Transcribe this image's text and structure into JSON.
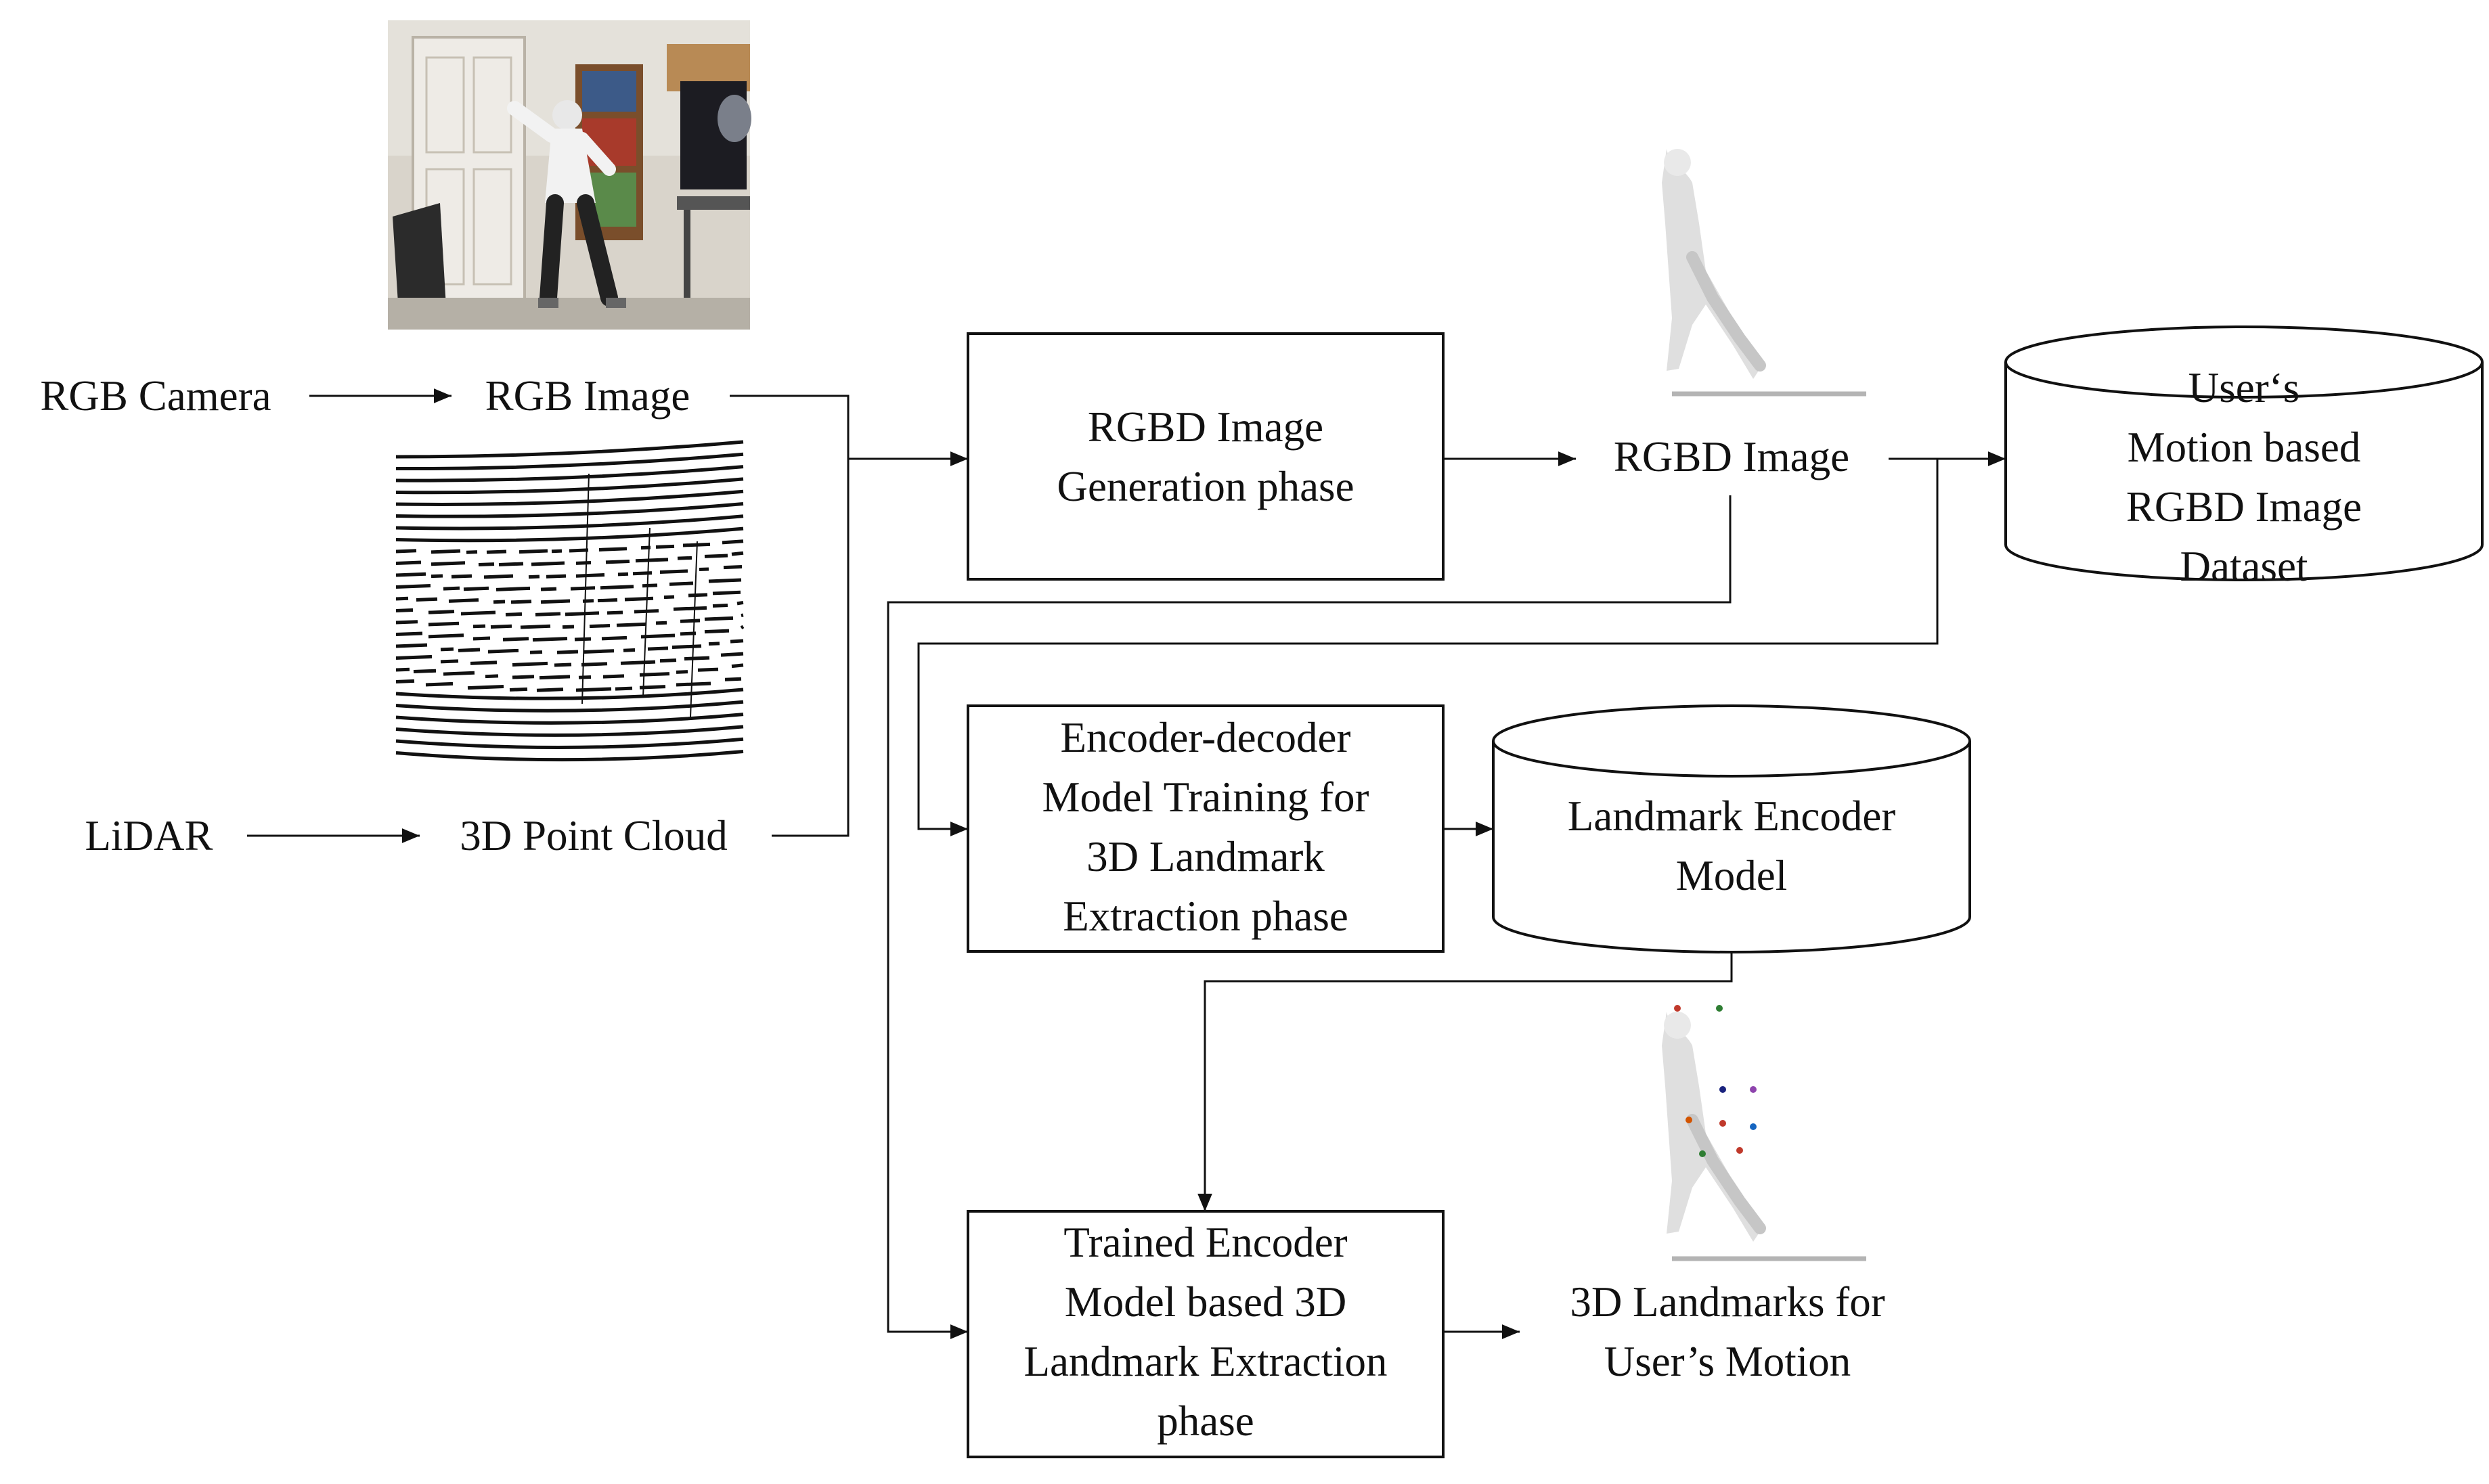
{
  "inputs": {
    "rgb_camera": "RGB Camera",
    "rgb_image": "RGB Image",
    "lidar": "LiDAR",
    "point_cloud": "3D Point Cloud"
  },
  "process": {
    "rgbd_generation": "RGBD Image\nGeneration phase",
    "encoder_training": "Encoder-decoder\nModel Training for\n3D Landmark\nExtraction phase",
    "trained_extraction": "Trained Encoder\nModel based 3D\nLandmark Extraction\nphase"
  },
  "outputs": {
    "rgbd_image": "RGBD Image",
    "landmarks": "3D Landmarks for\nUser’s Motion"
  },
  "storage": {
    "dataset": "User‘s Motion based\nRGBD Image Dataset",
    "encoder_model": "Landmark Encoder\nModel"
  },
  "colors": {
    "line": "#111111",
    "box_fill": "#ffffff",
    "landmark_points": [
      "#c0392b",
      "#2e7d32",
      "#1a237e",
      "#8e44ad",
      "#d35400",
      "#c0392b",
      "#1565c0",
      "#2e7d32"
    ]
  },
  "icons": [
    "photo-rgb-frame",
    "lidar-point-cloud",
    "depth-silhouette",
    "landmark-silhouette"
  ]
}
